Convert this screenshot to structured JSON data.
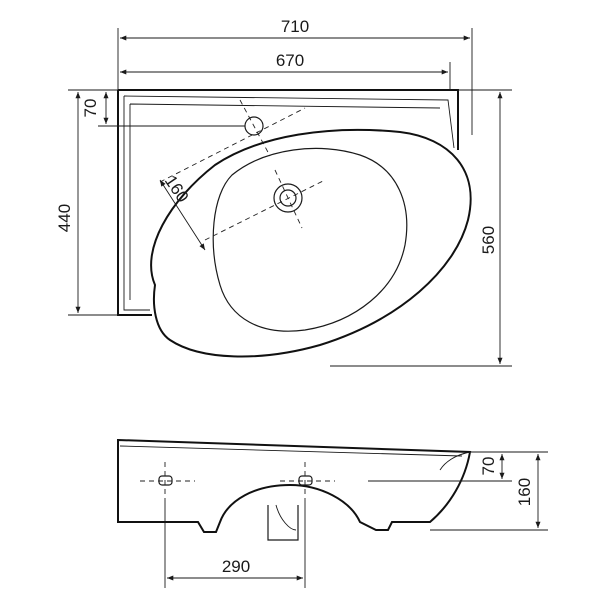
{
  "diagram": {
    "dimensions": {
      "width_total": "710",
      "width_basin": "670",
      "hole_offset_top": "70",
      "depth_left": "440",
      "depth_total": "560",
      "hole_spacing": "160",
      "side_offset": "70",
      "side_height": "160",
      "bottom_spacing": "290"
    }
  }
}
